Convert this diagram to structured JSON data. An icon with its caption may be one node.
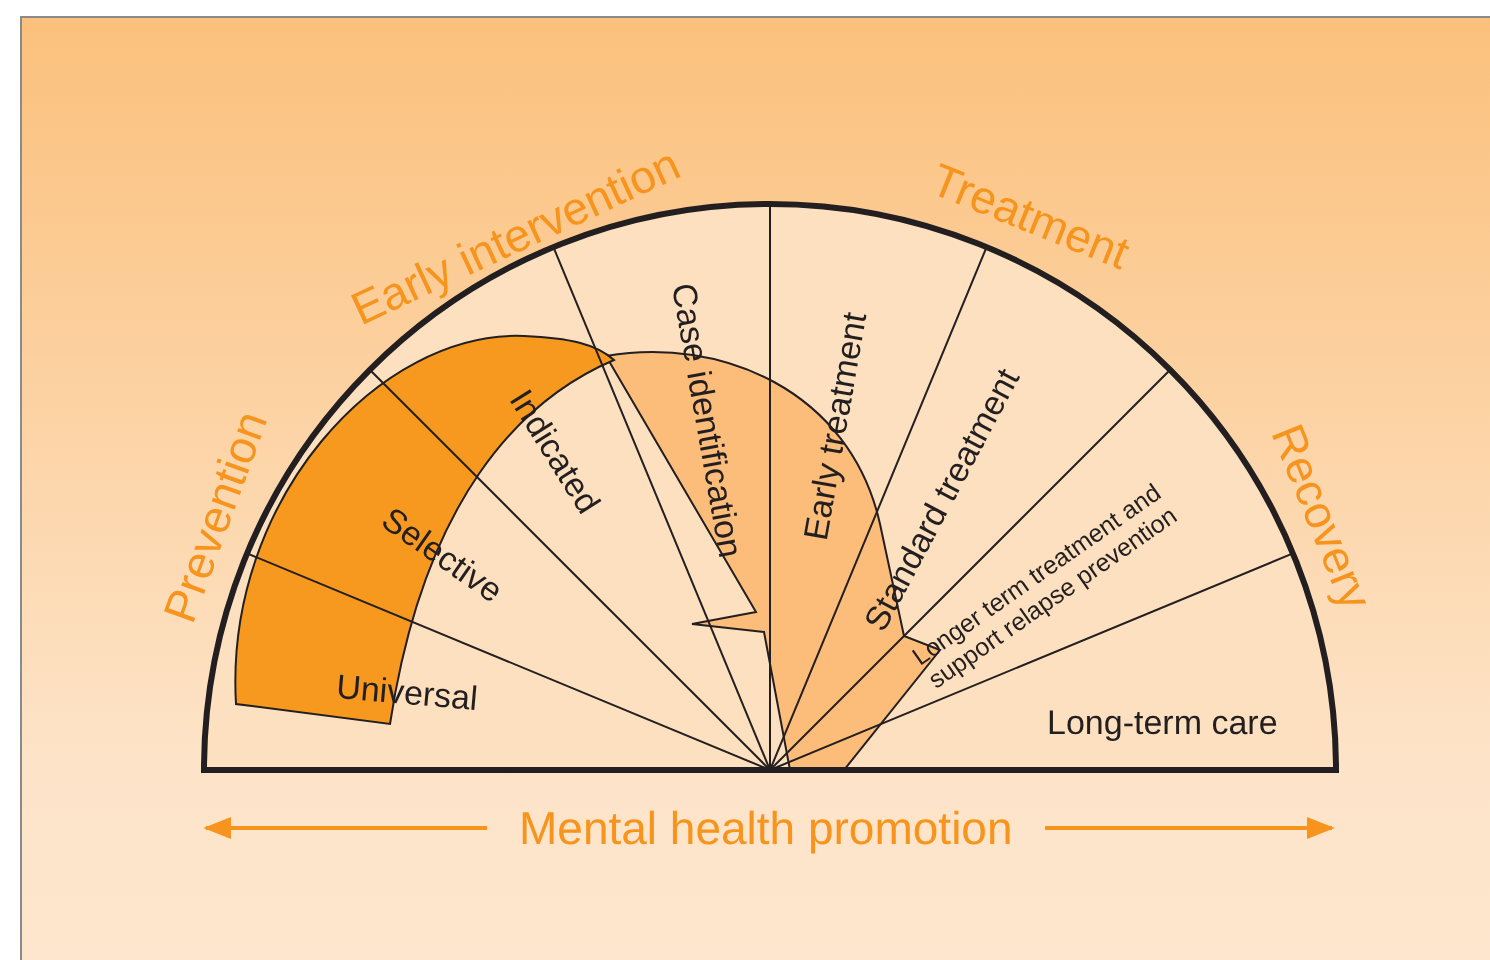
{
  "diagram": {
    "nodes": [
      {
        "text": [
          "Universal"
        ]
      },
      {
        "text": [
          "Selective"
        ]
      },
      {
        "text": [
          "Indicated"
        ]
      },
      {
        "text": [
          "Case identification"
        ]
      },
      {
        "text": [
          "Early treatment"
        ]
      },
      {
        "text": [
          "Standard treatment"
        ]
      },
      {
        "text": [
          "Longer term treatment and support relapse prevention"
        ]
      },
      {
        "text": [
          "Long-term care"
        ]
      }
    ],
    "labels": [
      "Prevention",
      "Early intervention",
      "Treatment",
      "Recovery",
      "Mental health promotion"
    ]
  }
}
